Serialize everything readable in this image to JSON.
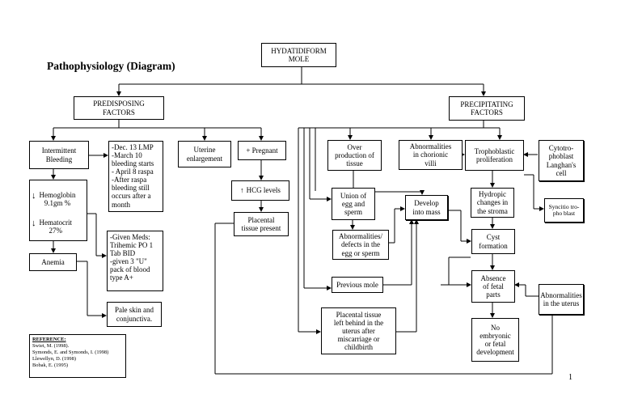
{
  "title": "Pathophysiology (Diagram)",
  "page_number": "1",
  "nodes": {
    "hydatidiform": "HYDATIDIFORM\nMOLE",
    "predisposing": "PREDISPOSING\nFACTORS",
    "precipitating": "PRECIPITATING\nFACTORS",
    "intermittent_bleeding": "Intermittent\nBleeding",
    "lmp_history": "-Dec. 13 LMP\n-March 10\nbleeding starts\n- April 8 raspa\n-After raspa\nbleeding still\noccurs after a\nmonth",
    "hemoglobin": "Hemoglobin\n9.1gm %",
    "hematocrit": "Hematocrit\n27%",
    "anemia": "Anemia",
    "given_meds": "-Given Meds:\nTrihemic PO 1\nTab BID\n-given 3 \"U\"\npack of blood\ntype A+",
    "pale_skin": "Pale skin and\nconjunctiva.",
    "uterine_enlargement": "Uterine\nenlargement",
    "pregnant": "+ Pregnant",
    "hcg_levels": "HCG levels",
    "placental_tissue_present": "Placental\ntissue present",
    "overproduction": "Over\nproduction of\ntissue",
    "abn_chorionic": "Abnormalities\nin chorionic\nvilli",
    "trophoblastic": "Trophoblastic\nproliferation",
    "cytotrophoblast": "Cytotro-\nphoblast\nLanghan's\ncell",
    "union_egg_sperm": "Union of\negg and\nsperm",
    "develop_into_mass": "Develop\ninto mass",
    "hydropic_changes": "Hydropic\nchanges in\nthe stroma",
    "syncytiotrophoblast": "Syncitio tro-\npho blast",
    "abn_defects": "Abnormalities/\ndefects in the\negg or sperm",
    "cyst_formation": "Cyst\nformation",
    "previous_mole": "Previous mole",
    "absence_fetal": "Absence\nof fetal\nparts",
    "abn_uterus": "Abnormalities\nin the uterus",
    "placental_left_behind": "Placental tissue\nleft behind in the\nuterus after\nmiscarriage or\nchildbirth",
    "no_embryonic": "No\nembryonic\nor fetal\ndevelopment"
  },
  "hcg_arrow_glyph": "↑",
  "hemo_arrow_glyph": "↓",
  "references": {
    "heading": "REFERENCE:",
    "items": [
      "Swiet, M. (1998).",
      "Symonds, E. and Symonds, I. (1998)",
      "Llewellyn, D. (1998)",
      "Bobak, E. (1995)"
    ]
  }
}
